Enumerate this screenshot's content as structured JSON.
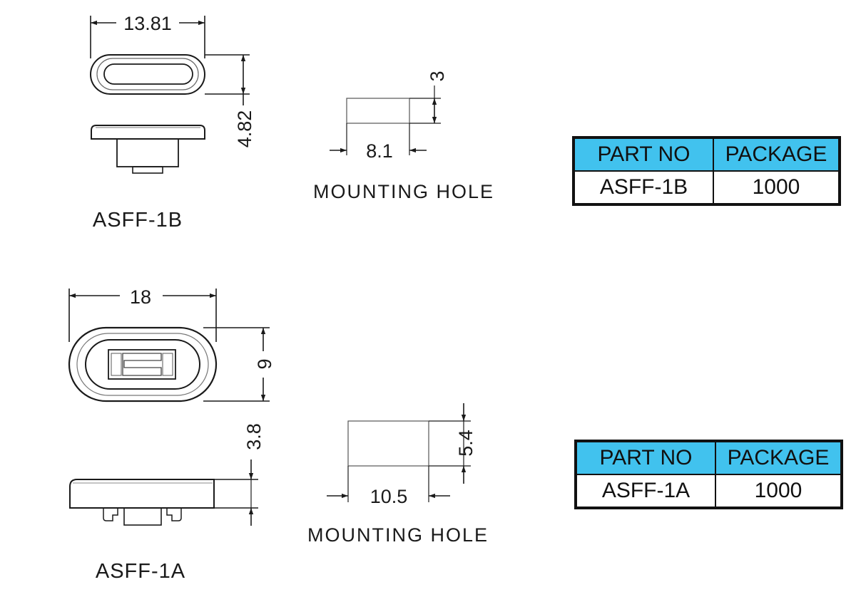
{
  "part_b": {
    "name": "ASFF-1B",
    "width_dim": "13.81",
    "height_dim": "4.82",
    "hole": {
      "width_dim": "8.1",
      "height_dim": "3",
      "caption": "MOUNTING HOLE"
    }
  },
  "part_a": {
    "name": "ASFF-1A",
    "width_dim": "18",
    "depth_dim": "9",
    "height_dim": "3.8",
    "hole": {
      "width_dim": "10.5",
      "height_dim": "5.4",
      "caption": "MOUNTING HOLE"
    }
  },
  "table_b": {
    "headers": [
      "PART NO",
      "PACKAGE"
    ],
    "row": [
      "ASFF-1B",
      "1000"
    ]
  },
  "table_a": {
    "headers": [
      "PART NO",
      "PACKAGE"
    ],
    "row": [
      "ASFF-1A",
      "1000"
    ]
  },
  "colors": {
    "header_fill": "#41c2ee",
    "line": "#1a1a1a"
  }
}
